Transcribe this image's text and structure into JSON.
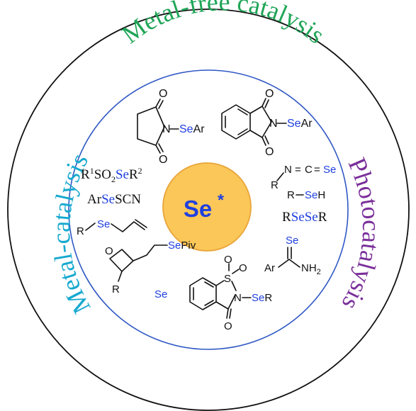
{
  "center_label": "Se",
  "center_sup": "*",
  "outer_labels": {
    "top": "Metal-free catalysis",
    "left": "Metal-catalysis",
    "right": "Photocatalysis"
  },
  "compounds": {
    "succinimide": {
      "o_top": "O",
      "o_bottom": "O",
      "n": "N",
      "se": "Se",
      "ar": "Ar"
    },
    "phthalimide": {
      "o_top": "O",
      "o_bottom": "O",
      "n": "N",
      "se": "Se",
      "ar": "Ar"
    },
    "selenosulfonate": {
      "r1": "R",
      "sup1": "1",
      "so": "SO",
      "sub2": "2",
      "se": "Se",
      "r2": "R",
      "sup2": "2"
    },
    "selenocyanate": {
      "ar": "Ar",
      "se": "Se",
      "scn": "SCN"
    },
    "allyl_selenide": {
      "r": "R",
      "se": "Se"
    },
    "isoselenocyanate": {
      "r": "R",
      "n": "N",
      "c": "C",
      "se": "Se"
    },
    "selenol": {
      "r": "R",
      "se": "Se",
      "h": "H"
    },
    "diselenide": {
      "r1": "R",
      "se1": "Se",
      "se2": "Se",
      "r2": "R"
    },
    "oxetane": {
      "se": "Se",
      "piv": "Piv",
      "r": "R"
    },
    "elemental_se": {
      "se": "Se"
    },
    "selenoamide": {
      "se": "Se",
      "ar": "Ar",
      "nh": "NH",
      "sub": "2"
    },
    "saccharin": {
      "s": "S",
      "o1": "O",
      "o2": "O",
      "n": "N",
      "se": "Se",
      "r": "R",
      "o3": "O"
    }
  },
  "colors": {
    "outer_ring": "#111111",
    "inner_ring": "#2f58c4",
    "center_fill": "#fac758",
    "center_stroke": "#e9a53a",
    "center_text": "#1f3fe0",
    "selenium": "#1f3fe0",
    "metal_free": "#1fa557",
    "metal": "#18a9cf",
    "photo": "#7a2f9a"
  }
}
